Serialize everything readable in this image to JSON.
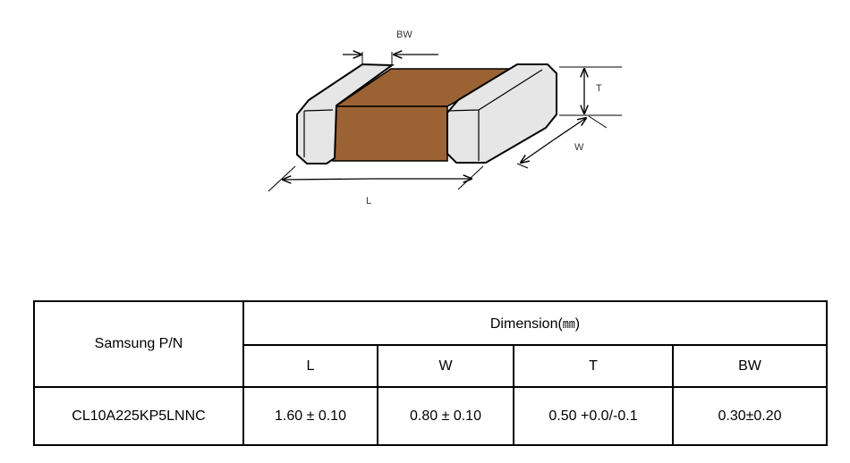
{
  "diagram": {
    "labels": {
      "bw": "BW",
      "t": "T",
      "w": "W",
      "l": "L"
    },
    "colors": {
      "body": "#9b6234",
      "terminal": "#e6e6e6",
      "outline": "#000000"
    }
  },
  "table": {
    "header_pn": "Samsung P/N",
    "header_dimension": "Dimension(",
    "header_unit": "㎜",
    "header_close": ")",
    "columns": [
      "L",
      "W",
      "T",
      "BW"
    ],
    "rows": [
      {
        "pn": "CL10A225KP5LNNC",
        "values": [
          "1.60 ± 0.10",
          "0.80 ± 0.10",
          "0.50 +0.0/-0.1",
          "0.30±0.20"
        ]
      }
    ]
  }
}
